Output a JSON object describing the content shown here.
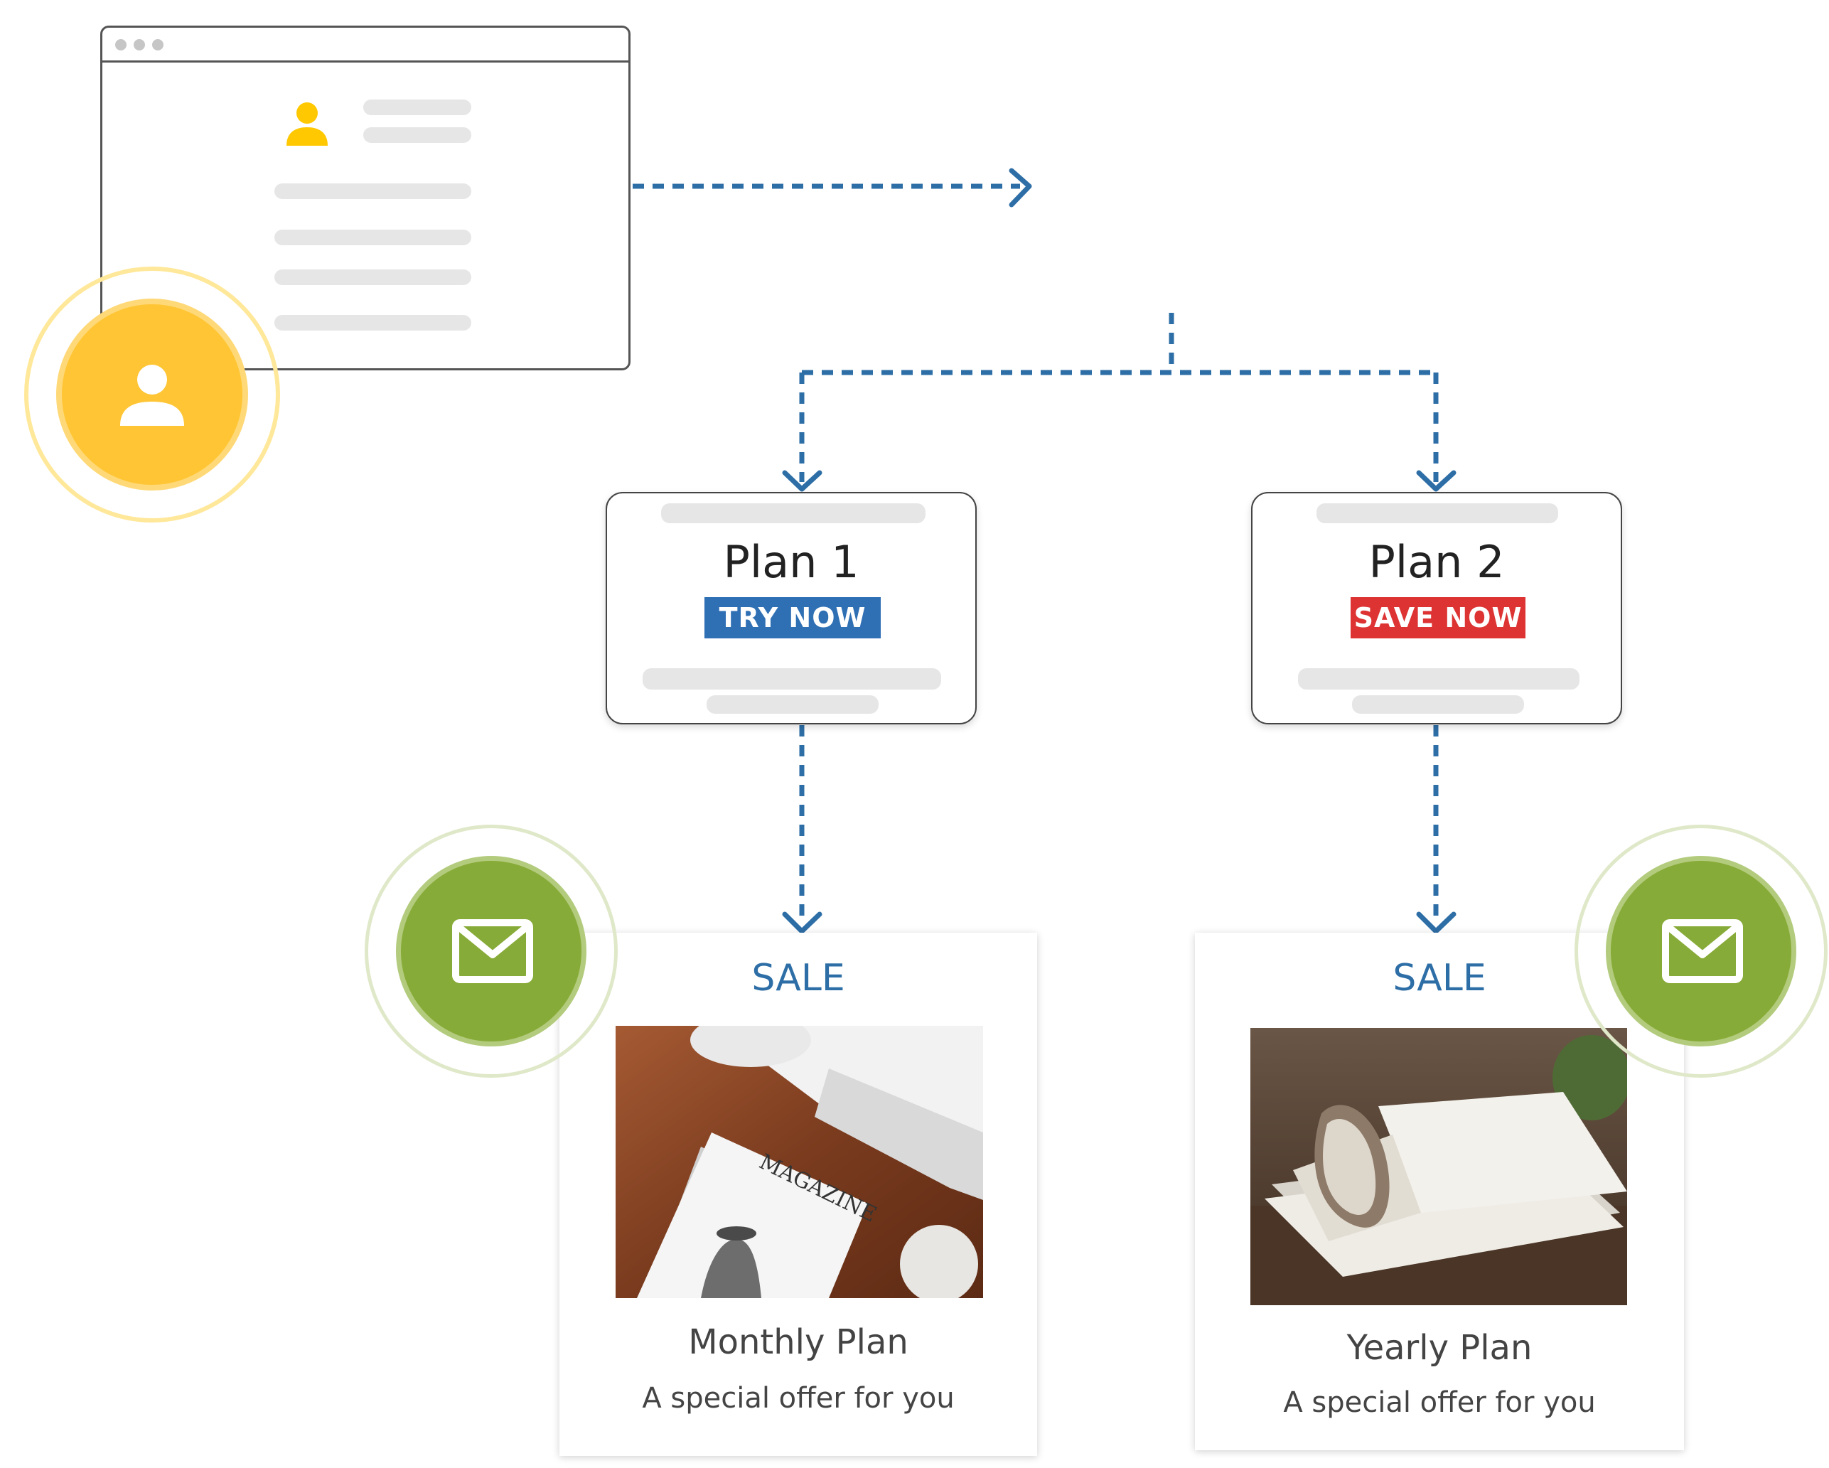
{
  "colors": {
    "connector": "#2e6ea6",
    "user_badge": "#ffc534",
    "user_halo": "#ffe89a",
    "mail_badge": "#87ab38",
    "mail_halo": "#dfe8c8",
    "try_now": "#2f6fb4",
    "save_now": "#dd3333",
    "sale_text": "#2e6ea6"
  },
  "icons": {
    "user_small": "user-icon",
    "user_badge": "user-icon",
    "mail": "envelope-icon"
  },
  "plans": [
    {
      "title": "Plan 1",
      "button_label": "TRY NOW",
      "button_color": "#2f6fb4"
    },
    {
      "title": "Plan 2",
      "button_label": "SAVE NOW",
      "button_color": "#dd3333"
    }
  ],
  "offers": [
    {
      "heading": "SALE",
      "name": "Monthly Plan",
      "tagline": "A special offer for you"
    },
    {
      "heading": "SALE",
      "name": "Yearly Plan",
      "tagline": "A special offer for you"
    }
  ],
  "magazine_cover_text": "MAGAZINE"
}
